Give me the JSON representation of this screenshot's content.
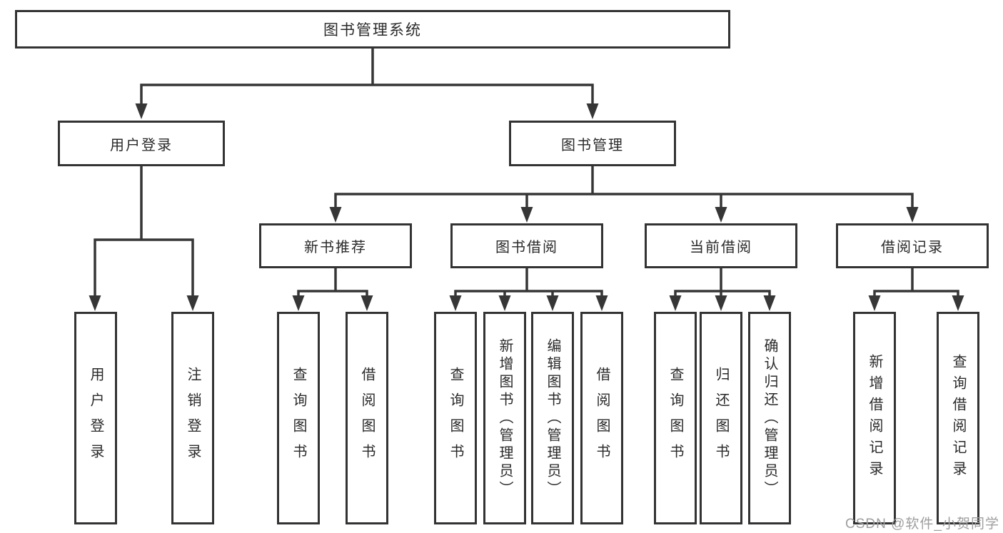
{
  "root": {
    "label": "图书管理系统"
  },
  "branches": {
    "user_login": {
      "label": "用户登录",
      "leaves": [
        {
          "label": "用户登录"
        },
        {
          "label": "注销登录"
        }
      ]
    },
    "book_management": {
      "label": "图书管理",
      "sections": [
        {
          "label": "新书推荐",
          "leaves": [
            {
              "label": "查询图书"
            },
            {
              "label": "借阅图书"
            }
          ]
        },
        {
          "label": "图书借阅",
          "leaves": [
            {
              "label": "查询图书"
            },
            {
              "label": "新增图书（管理员）"
            },
            {
              "label": "编辑图书（管理员）"
            },
            {
              "label": "借阅图书"
            }
          ]
        },
        {
          "label": "当前借阅",
          "leaves": [
            {
              "label": "查询图书"
            },
            {
              "label": "归还图书"
            },
            {
              "label": "确认归还（管理员）"
            }
          ]
        },
        {
          "label": "借阅记录",
          "leaves": [
            {
              "label": "新增借阅记录"
            },
            {
              "label": "查询借阅记录"
            }
          ]
        }
      ]
    }
  },
  "watermark": {
    "text": "CSDN @软件_小贺同学",
    "color": "#9e9e9e"
  },
  "colors": {
    "line": "#363636",
    "border": "#333333",
    "text": "#2a2a2a",
    "background": "#ffffff"
  }
}
